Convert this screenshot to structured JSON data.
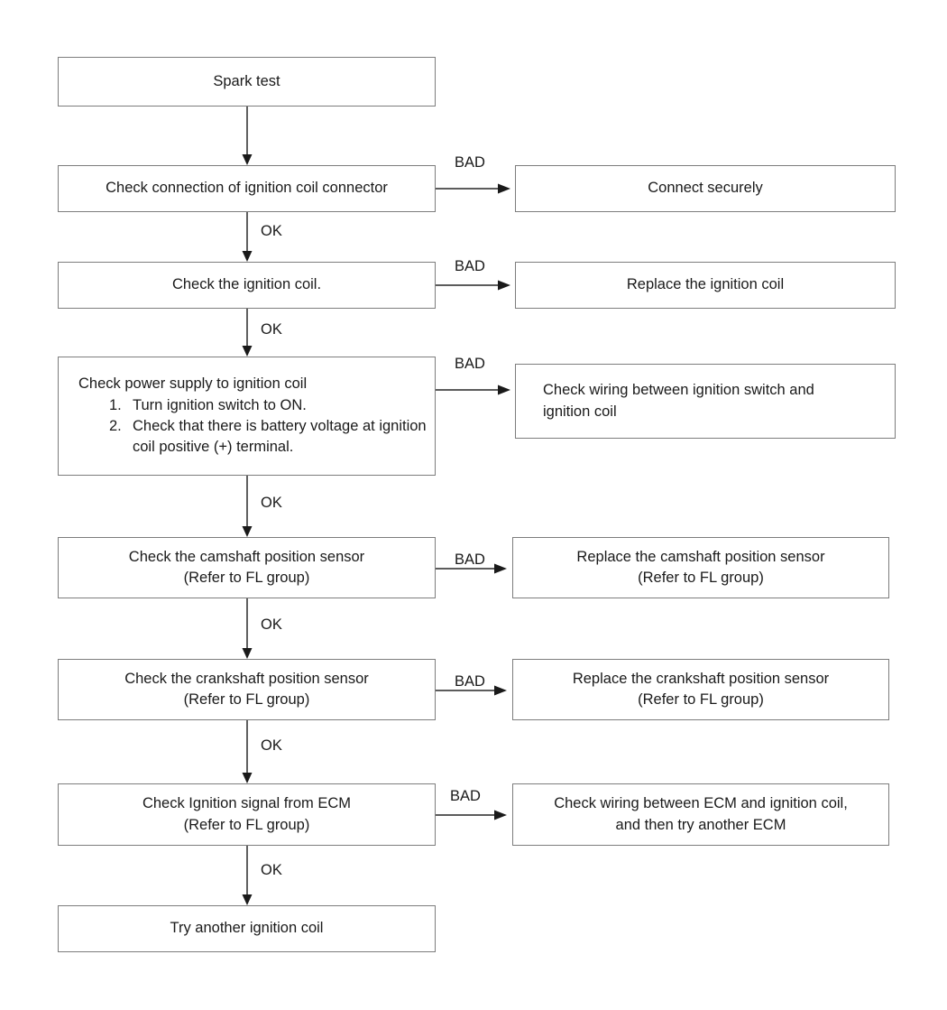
{
  "diagram": {
    "title": "Spark test troubleshooting flowchart",
    "colors": {
      "box_border": "#7d7d7d",
      "wire": "#444444",
      "text": "#1a1a1a",
      "background": "#ffffff"
    },
    "labels": {
      "ok": "OK",
      "bad": "BAD"
    },
    "nodes": {
      "start": {
        "text": "Spark test"
      },
      "check_connector": {
        "text": "Check connection of ignition coil connector"
      },
      "connect_securely": {
        "text": "Connect securely"
      },
      "check_coil": {
        "text": "Check the ignition coil."
      },
      "replace_coil": {
        "text": "Replace the ignition coil"
      },
      "check_power_supply": {
        "heading": "Check power supply to ignition coil",
        "steps": [
          {
            "num": "1.",
            "text": "Turn ignition switch to ON."
          },
          {
            "num": "2.",
            "text": "Check that there is battery voltage at ignition coil positive (+) terminal."
          }
        ]
      },
      "check_wiring_switch": {
        "line1": "Check wiring between ignition switch and",
        "line2": "ignition coil"
      },
      "check_cmp": {
        "line1": "Check the camshaft position sensor",
        "line2": "(Refer to FL group)"
      },
      "replace_cmp": {
        "line1": "Replace the camshaft position sensor",
        "line2": "(Refer to FL group)"
      },
      "check_ckp": {
        "line1": "Check the crankshaft position sensor",
        "line2": "(Refer to FL group)"
      },
      "replace_ckp": {
        "line1": "Replace the crankshaft position sensor",
        "line2": "(Refer to FL group)"
      },
      "check_ecm_signal": {
        "line1": "Check Ignition signal from ECM",
        "line2": "(Refer to FL group)"
      },
      "check_wiring_ecm": {
        "line1": "Check wiring between ECM and ignition coil,",
        "line2": "and then try another ECM"
      },
      "try_another_coil": {
        "text": "Try another ignition coil"
      }
    },
    "edge_labels": {
      "ok_1": "OK",
      "ok_2": "OK",
      "ok_3": "OK",
      "ok_4": "OK",
      "ok_5": "OK",
      "ok_6": "OK",
      "bad_1": "BAD",
      "bad_2": "BAD",
      "bad_3": "BAD",
      "bad_4": "BAD",
      "bad_5": "BAD",
      "bad_6": "BAD"
    }
  }
}
